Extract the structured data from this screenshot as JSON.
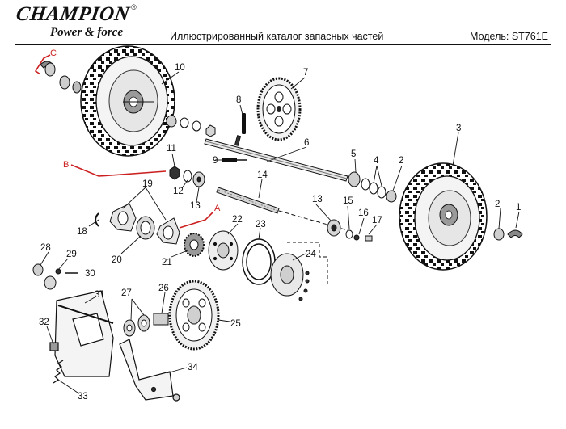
{
  "header": {
    "brand": "CHAMPION",
    "brand_mark": "®",
    "tagline": "Power & force",
    "title": "Иллюстрированный каталог запасных частей",
    "model": "Модель: ST761E"
  },
  "callouts": {
    "a": "A",
    "b": "B",
    "c": "C"
  },
  "parts": {
    "p1": "1",
    "p2a": "2",
    "p2b": "2",
    "p3": "3",
    "p4": "4",
    "p5": "5",
    "p6": "6",
    "p7": "7",
    "p8": "8",
    "p9": "9",
    "p10": "10",
    "p11": "11",
    "p12": "12",
    "p13a": "13",
    "p13b": "13",
    "p14": "14",
    "p15": "15",
    "p16": "16",
    "p17": "17",
    "p18": "18",
    "p19": "19",
    "p20": "20",
    "p21": "21",
    "p22": "22",
    "p23": "23",
    "p24": "24",
    "p25": "25",
    "p26": "26",
    "p27": "27",
    "p28": "28",
    "p29": "29",
    "p30": "30",
    "p31": "31",
    "p32": "32",
    "p33": "33",
    "p34": "34"
  }
}
